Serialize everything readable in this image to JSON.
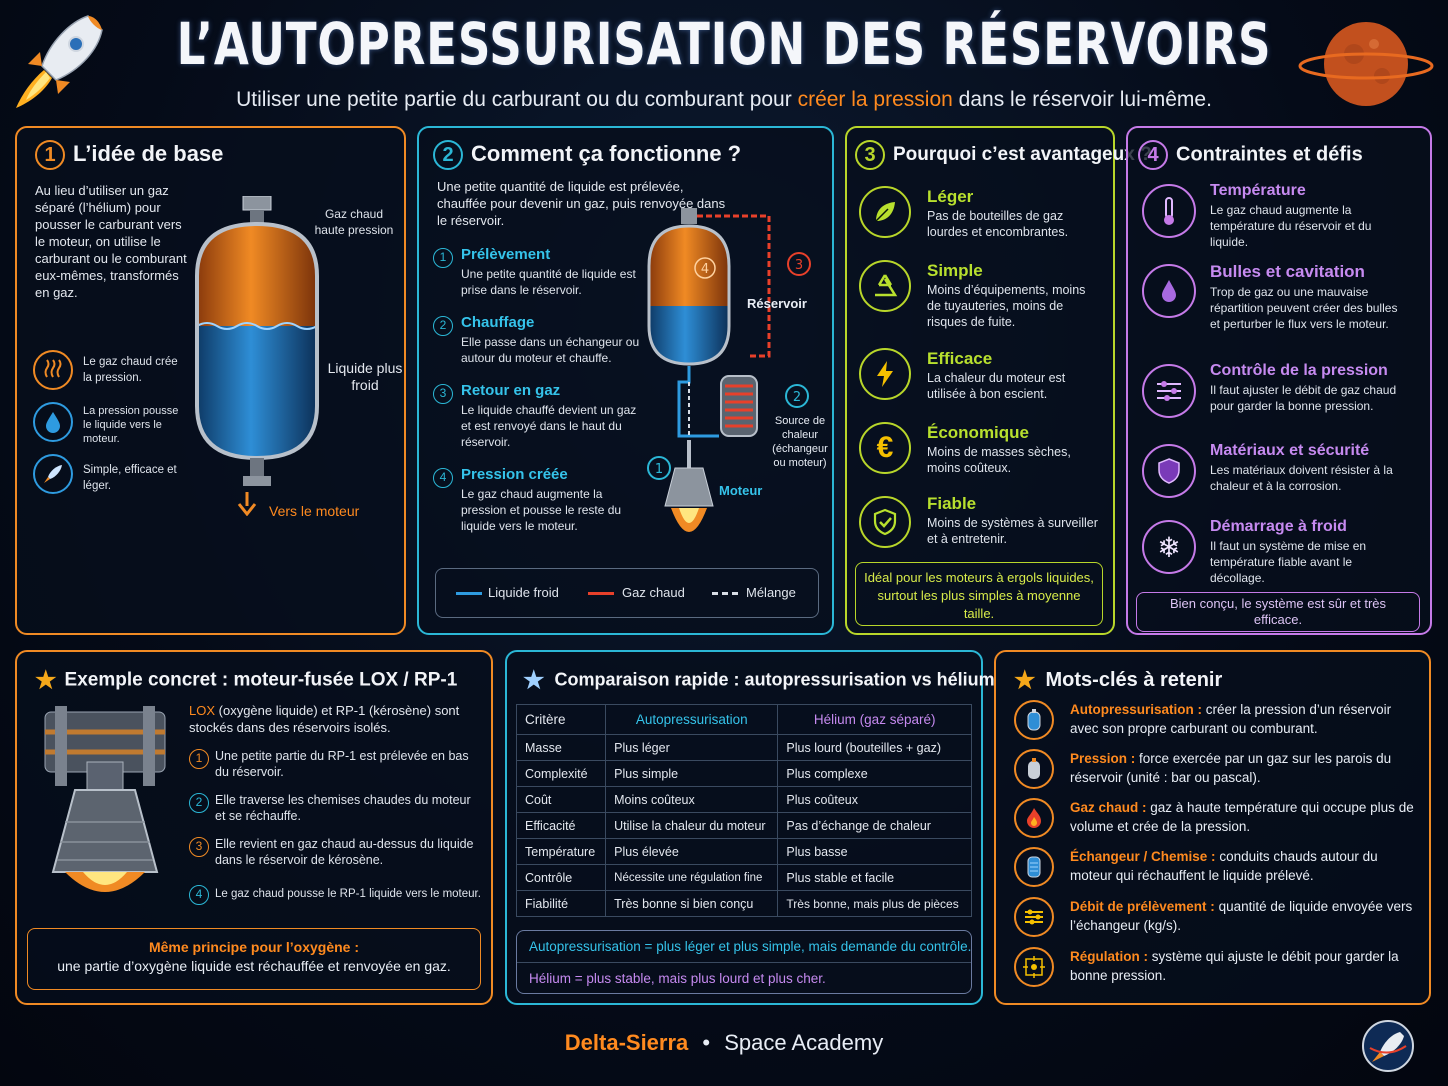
{
  "header": {
    "title": "L’AUTOPRESSURISATION DES RÉSERVOIRS",
    "subtitle_before": "Utiliser une petite partie du carburant ou du comburant pour",
    "subtitle_highlight": "créer la pression",
    "subtitle_after": "dans le réservoir lui-même."
  },
  "panel1": {
    "number": "1",
    "title": "L’idée de base",
    "intro": "Au lieu d’utiliser un gaz séparé (l’hélium) pour pousser le carburant vers le moteur, on utilise le carburant ou le comburant eux-mêmes, transformés en gaz.",
    "label_gas": "Gaz chaud haute pression",
    "label_liquid": "Liquide plus froid",
    "label_engine": "Vers le moteur",
    "items": [
      {
        "icon": "heat-icon",
        "text": "Le gaz chaud crée la pression."
      },
      {
        "icon": "droplet-icon",
        "text": "La pression pousse le liquide vers le moteur."
      },
      {
        "icon": "rocket-icon",
        "text": "Simple, efficace et léger."
      }
    ]
  },
  "panel2": {
    "number": "2",
    "title": "Comment ça fonctionne ?",
    "intro": "Une petite quantité de liquide est prélevée, chauffée pour devenir un gaz, puis renvoyée dans le réservoir.",
    "steps": [
      {
        "n": "1",
        "title": "Prélèvement",
        "text": "Une petite quantité de liquide est prise dans le réservoir."
      },
      {
        "n": "2",
        "title": "Chauffage",
        "text": "Elle passe dans un échangeur ou autour du moteur et chauffe."
      },
      {
        "n": "3",
        "title": "Retour en gaz",
        "text": "Le liquide chauffé devient un gaz et est renvoyé dans le haut du réservoir."
      },
      {
        "n": "4",
        "title": "Pression créée",
        "text": "Le gaz chaud augmente la pression et pousse le reste du liquide vers le moteur."
      }
    ],
    "diagram": {
      "tank_label": "Réservoir",
      "source_label": "Source de chaleur (échangeur ou moteur)",
      "engine_label": "Moteur",
      "markers": [
        "1",
        "2",
        "3",
        "4"
      ]
    },
    "legend": {
      "cold": "Liquide froid",
      "hot": "Gaz chaud",
      "mix": "Mélange"
    },
    "colors": {
      "cold": "#2e9be0",
      "hot": "#e8402a",
      "mix": "#d8dde6"
    }
  },
  "panel3": {
    "number": "3",
    "title": "Pourquoi c’est avantageux ?",
    "items": [
      {
        "icon": "leaf-icon",
        "title": "Léger",
        "text": "Pas de bouteilles de gaz lourdes et encombrantes."
      },
      {
        "icon": "recycle-icon",
        "title": "Simple",
        "text": "Moins d’équipements, moins de tuyauteries, moins de risques de fuite."
      },
      {
        "icon": "lightning-icon",
        "title": "Efficace",
        "text": "La chaleur du moteur est utilisée à bon escient."
      },
      {
        "icon": "euro-icon",
        "title": "Économique",
        "text": "Moins de masses sèches, moins coûteux."
      },
      {
        "icon": "shield-check-icon",
        "title": "Fiable",
        "text": "Moins de systèmes à surveiller et à entretenir."
      }
    ],
    "note": "Idéal pour les moteurs à ergols liquides, surtout les plus simples à moyenne taille."
  },
  "panel4": {
    "number": "4",
    "title": "Contraintes et défis",
    "items": [
      {
        "icon": "thermometer-icon",
        "title": "Température",
        "text": "Le gaz chaud augmente la température du réservoir et du liquide."
      },
      {
        "icon": "drop-icon",
        "title": "Bulles et cavitation",
        "text": "Trop de gaz ou une mauvaise répartition peuvent créer des bulles et perturber le flux vers le moteur."
      },
      {
        "icon": "sliders-icon",
        "title": "Contrôle de la pression",
        "text": "Il faut ajuster le débit de gaz chaud pour garder la bonne pression."
      },
      {
        "icon": "shield-icon",
        "title": "Matériaux et sécurité",
        "text": "Les matériaux doivent résister à la chaleur et à la corrosion."
      },
      {
        "icon": "snowflake-icon",
        "title": "Démarrage à froid",
        "text": "Il faut un système de mise en température fiable avant le décollage."
      }
    ],
    "note": "Bien conçu, le système est sûr et très efficace."
  },
  "panel5": {
    "title": "Exemple concret : moteur-fusée LOX / RP-1",
    "intro_hl": "LOX",
    "intro_rest": "(oxygène liquide) et RP-1 (kérosène) sont stockés dans des réservoirs isolés.",
    "steps": [
      {
        "n": "1",
        "text": "Une petite partie du RP-1 est prélevée en bas du réservoir."
      },
      {
        "n": "2",
        "text": "Elle traverse les chemises chaudes du moteur et se réchauffe."
      },
      {
        "n": "3",
        "text": "Elle revient en gaz chaud au-dessus du liquide dans le réservoir de kérosène."
      },
      {
        "n": "4",
        "text": "Le gaz chaud pousse le RP-1 liquide vers le moteur."
      }
    ],
    "note_title": "Même principe pour l’oxygène :",
    "note_text": "une partie d’oxygène liquide est réchauffée et renvoyée en gaz."
  },
  "panel6": {
    "title": "Comparaison rapide : autopressurisation vs hélium",
    "headers": [
      "Critère",
      "Autopressurisation",
      "Hélium (gaz séparé)"
    ],
    "rows": [
      [
        "Masse",
        "Plus léger",
        "Plus lourd (bouteilles + gaz)"
      ],
      [
        "Complexité",
        "Plus simple",
        "Plus complexe"
      ],
      [
        "Coût",
        "Moins coûteux",
        "Plus coûteux"
      ],
      [
        "Efficacité",
        "Utilise la chaleur du moteur",
        "Pas d’échange de chaleur"
      ],
      [
        "Température",
        "Plus élevée",
        "Plus basse"
      ],
      [
        "Contrôle",
        "Nécessite une régulation fine",
        "Plus stable et facile"
      ],
      [
        "Fiabilité",
        "Très bonne si bien conçu",
        "Très bonne, mais plus de pièces"
      ]
    ],
    "summary1": "Autopressurisation = plus léger et plus simple, mais demande du contrôle.",
    "summary2": "Hélium = plus stable, mais plus lourd et plus cher."
  },
  "panel7": {
    "title": "Mots-clés à retenir",
    "items": [
      {
        "icon": "tank-icon",
        "term": "Autopressurisation :",
        "def": "créer la pression d’un réservoir avec son propre carburant ou comburant."
      },
      {
        "icon": "cylinder-icon",
        "term": "Pression :",
        "def": "force exercée par un gaz sur les parois du réservoir (unité : bar ou pascal)."
      },
      {
        "icon": "flame-icon",
        "term": "Gaz chaud :",
        "def": "gaz à haute température qui occupe plus de volume et crée de la pression."
      },
      {
        "icon": "exchanger-icon",
        "term": "Échangeur / Chemise :",
        "def": "conduits chauds autour du moteur qui réchauffent le liquide prélevé."
      },
      {
        "icon": "flow-icon",
        "term": "Débit de prélèvement :",
        "def": "quantité de liquide envoyée vers l’échangeur (kg/s)."
      },
      {
        "icon": "regulation-icon",
        "term": "Régulation :",
        "def": "système qui ajuste le débit pour garder la bonne pression."
      }
    ]
  },
  "footer": {
    "brand": "Delta-Sierra",
    "separator": "•",
    "academy": "Space Academy"
  }
}
